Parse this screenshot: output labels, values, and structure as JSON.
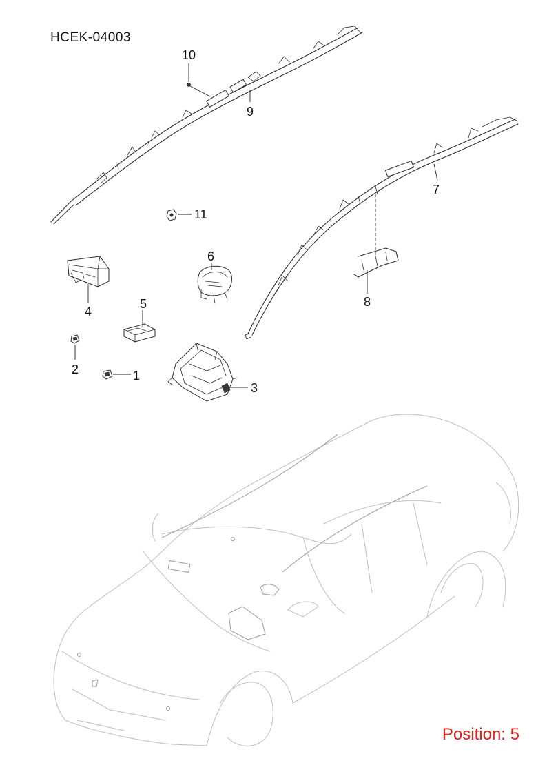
{
  "diagram_code": "HCEK-04003",
  "position_label": "Position: 5",
  "callouts": [
    {
      "id": "1",
      "label": "1"
    },
    {
      "id": "2",
      "label": "2"
    },
    {
      "id": "3",
      "label": "3"
    },
    {
      "id": "4",
      "label": "4"
    },
    {
      "id": "5",
      "label": "5"
    },
    {
      "id": "6",
      "label": "6"
    },
    {
      "id": "7",
      "label": "7"
    },
    {
      "id": "8",
      "label": "8"
    },
    {
      "id": "9",
      "label": "9"
    },
    {
      "id": "10",
      "label": "10"
    },
    {
      "id": "11",
      "label": "11"
    }
  ],
  "colors": {
    "position_label": "#e0211b",
    "line_art": "#2a2a2a",
    "car_outline": "#bdbdbd"
  }
}
